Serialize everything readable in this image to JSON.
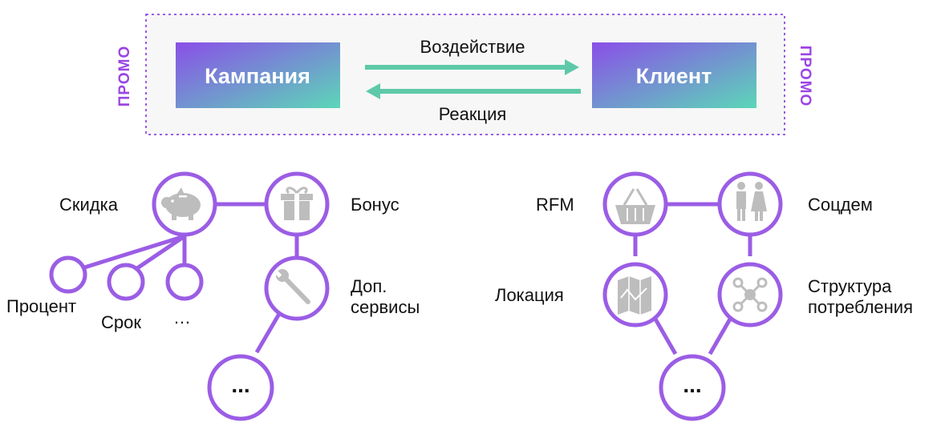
{
  "top": {
    "left_box": "Кампания",
    "right_box": "Клиент",
    "arrow_forward": "Воздействие",
    "arrow_back": "Реакция",
    "promo_left": "ПРОМО",
    "promo_right": "ПРОМО"
  },
  "left_graph": {
    "discount": "Скидка",
    "bonus": "Бонус",
    "services_line1": "Доп.",
    "services_line2": "сервисы",
    "percent": "Процент",
    "term": "Срок",
    "small_ellipsis": "…",
    "bottom_ellipsis": "..."
  },
  "right_graph": {
    "rfm": "RFM",
    "socdem": "Соцдем",
    "location": "Локация",
    "structure_line1": "Структура",
    "structure_line2": "потребления",
    "bottom_ellipsis": "..."
  },
  "colors": {
    "accent": "#9b5de5",
    "gradient_start": "#8a4fe8",
    "gradient_end": "#5cd6b8",
    "arrow": "#5ec9a8",
    "icon": "#bdbdbd"
  },
  "icons": [
    "piggy-bank-icon",
    "gift-icon",
    "wrench-icon",
    "basket-icon",
    "people-icon",
    "map-icon",
    "network-icon"
  ]
}
